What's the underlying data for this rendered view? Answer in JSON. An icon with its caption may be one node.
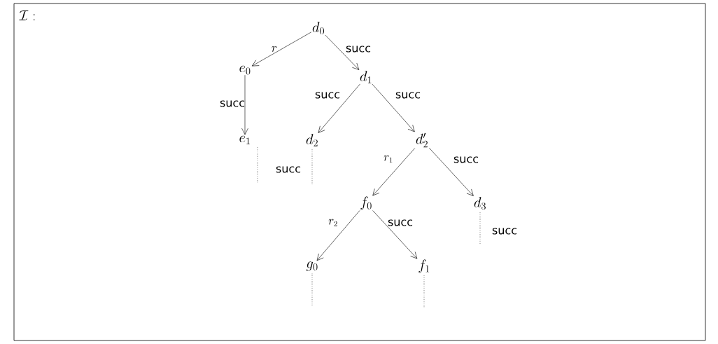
{
  "diagram": {
    "title": "\\mathcal{I} :",
    "nodes": [
      {
        "text": [
          "d_0"
        ]
      },
      {
        "text": [
          "e_0"
        ]
      },
      {
        "text": [
          "d_1"
        ]
      },
      {
        "text": [
          "e_1"
        ]
      },
      {
        "text": [
          "d_2"
        ]
      },
      {
        "text": [
          "d'_2"
        ]
      },
      {
        "text": [
          "f_0"
        ]
      },
      {
        "text": [
          "d_3"
        ]
      },
      {
        "text": [
          "g_0"
        ]
      },
      {
        "text": [
          "f_1"
        ]
      }
    ],
    "edges": [
      {
        "from": 0,
        "to": 1,
        "arrow": "to",
        "label": "r"
      },
      {
        "from": 0,
        "to": 2,
        "arrow": "to",
        "label": "\\mathsf{succ}"
      },
      {
        "from": 1,
        "to": 3,
        "arrow": "to",
        "label": "\\mathsf{succ}"
      },
      {
        "from": 2,
        "to": 4,
        "arrow": "to",
        "label": "\\mathsf{succ}"
      },
      {
        "from": 2,
        "to": 5,
        "arrow": "to",
        "label": "\\mathsf{succ}"
      },
      {
        "from": 3,
        "to": null,
        "arrow": "none",
        "style": "dashed"
      },
      {
        "from": 4,
        "to": null,
        "arrow": "none",
        "style": "dashed",
        "label": "\\mathsf{succ}"
      },
      {
        "from": 5,
        "to": 6,
        "arrow": "to",
        "label": "r_1"
      },
      {
        "from": 5,
        "to": 7,
        "arrow": "to",
        "label": "\\mathsf{succ}"
      },
      {
        "from": 6,
        "to": 8,
        "arrow": "to",
        "label": "r_2"
      },
      {
        "from": 6,
        "to": 9,
        "arrow": "to",
        "label": "\\mathsf{succ}"
      },
      {
        "from": 7,
        "to": null,
        "arrow": "none",
        "style": "dashed",
        "label": "\\mathsf{succ}"
      },
      {
        "from": 8,
        "to": null,
        "arrow": "none",
        "style": "dashed"
      },
      {
        "from": 9,
        "to": null,
        "arrow": "none",
        "style": "dashed"
      }
    ]
  }
}
